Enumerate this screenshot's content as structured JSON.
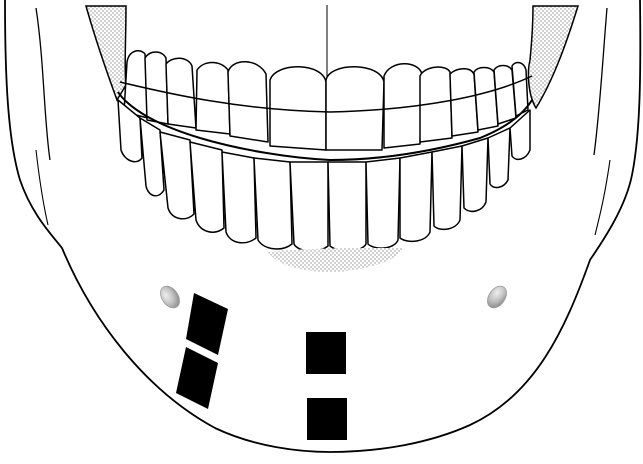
{
  "diagram": {
    "subject": "mandible-with-dentition-frontal-view",
    "colors": {
      "background": "#ffffff",
      "outline": "#000000",
      "marker_fill": "#000000",
      "foramen_fill": "#b9b9b9",
      "stipple": "#9a9a9a"
    },
    "markers": [
      {
        "id": "marker-1",
        "shape": "square",
        "side": "left",
        "position": "upper-oblique"
      },
      {
        "id": "marker-2",
        "shape": "square",
        "side": "left",
        "position": "lower-oblique"
      },
      {
        "id": "marker-3",
        "shape": "square",
        "side": "midline",
        "position": "upper"
      },
      {
        "id": "marker-4",
        "shape": "square",
        "side": "midline",
        "position": "lower"
      }
    ],
    "foramina": [
      {
        "id": "mental-foramen-left",
        "side": "left"
      },
      {
        "id": "mental-foramen-right",
        "side": "right"
      }
    ]
  }
}
